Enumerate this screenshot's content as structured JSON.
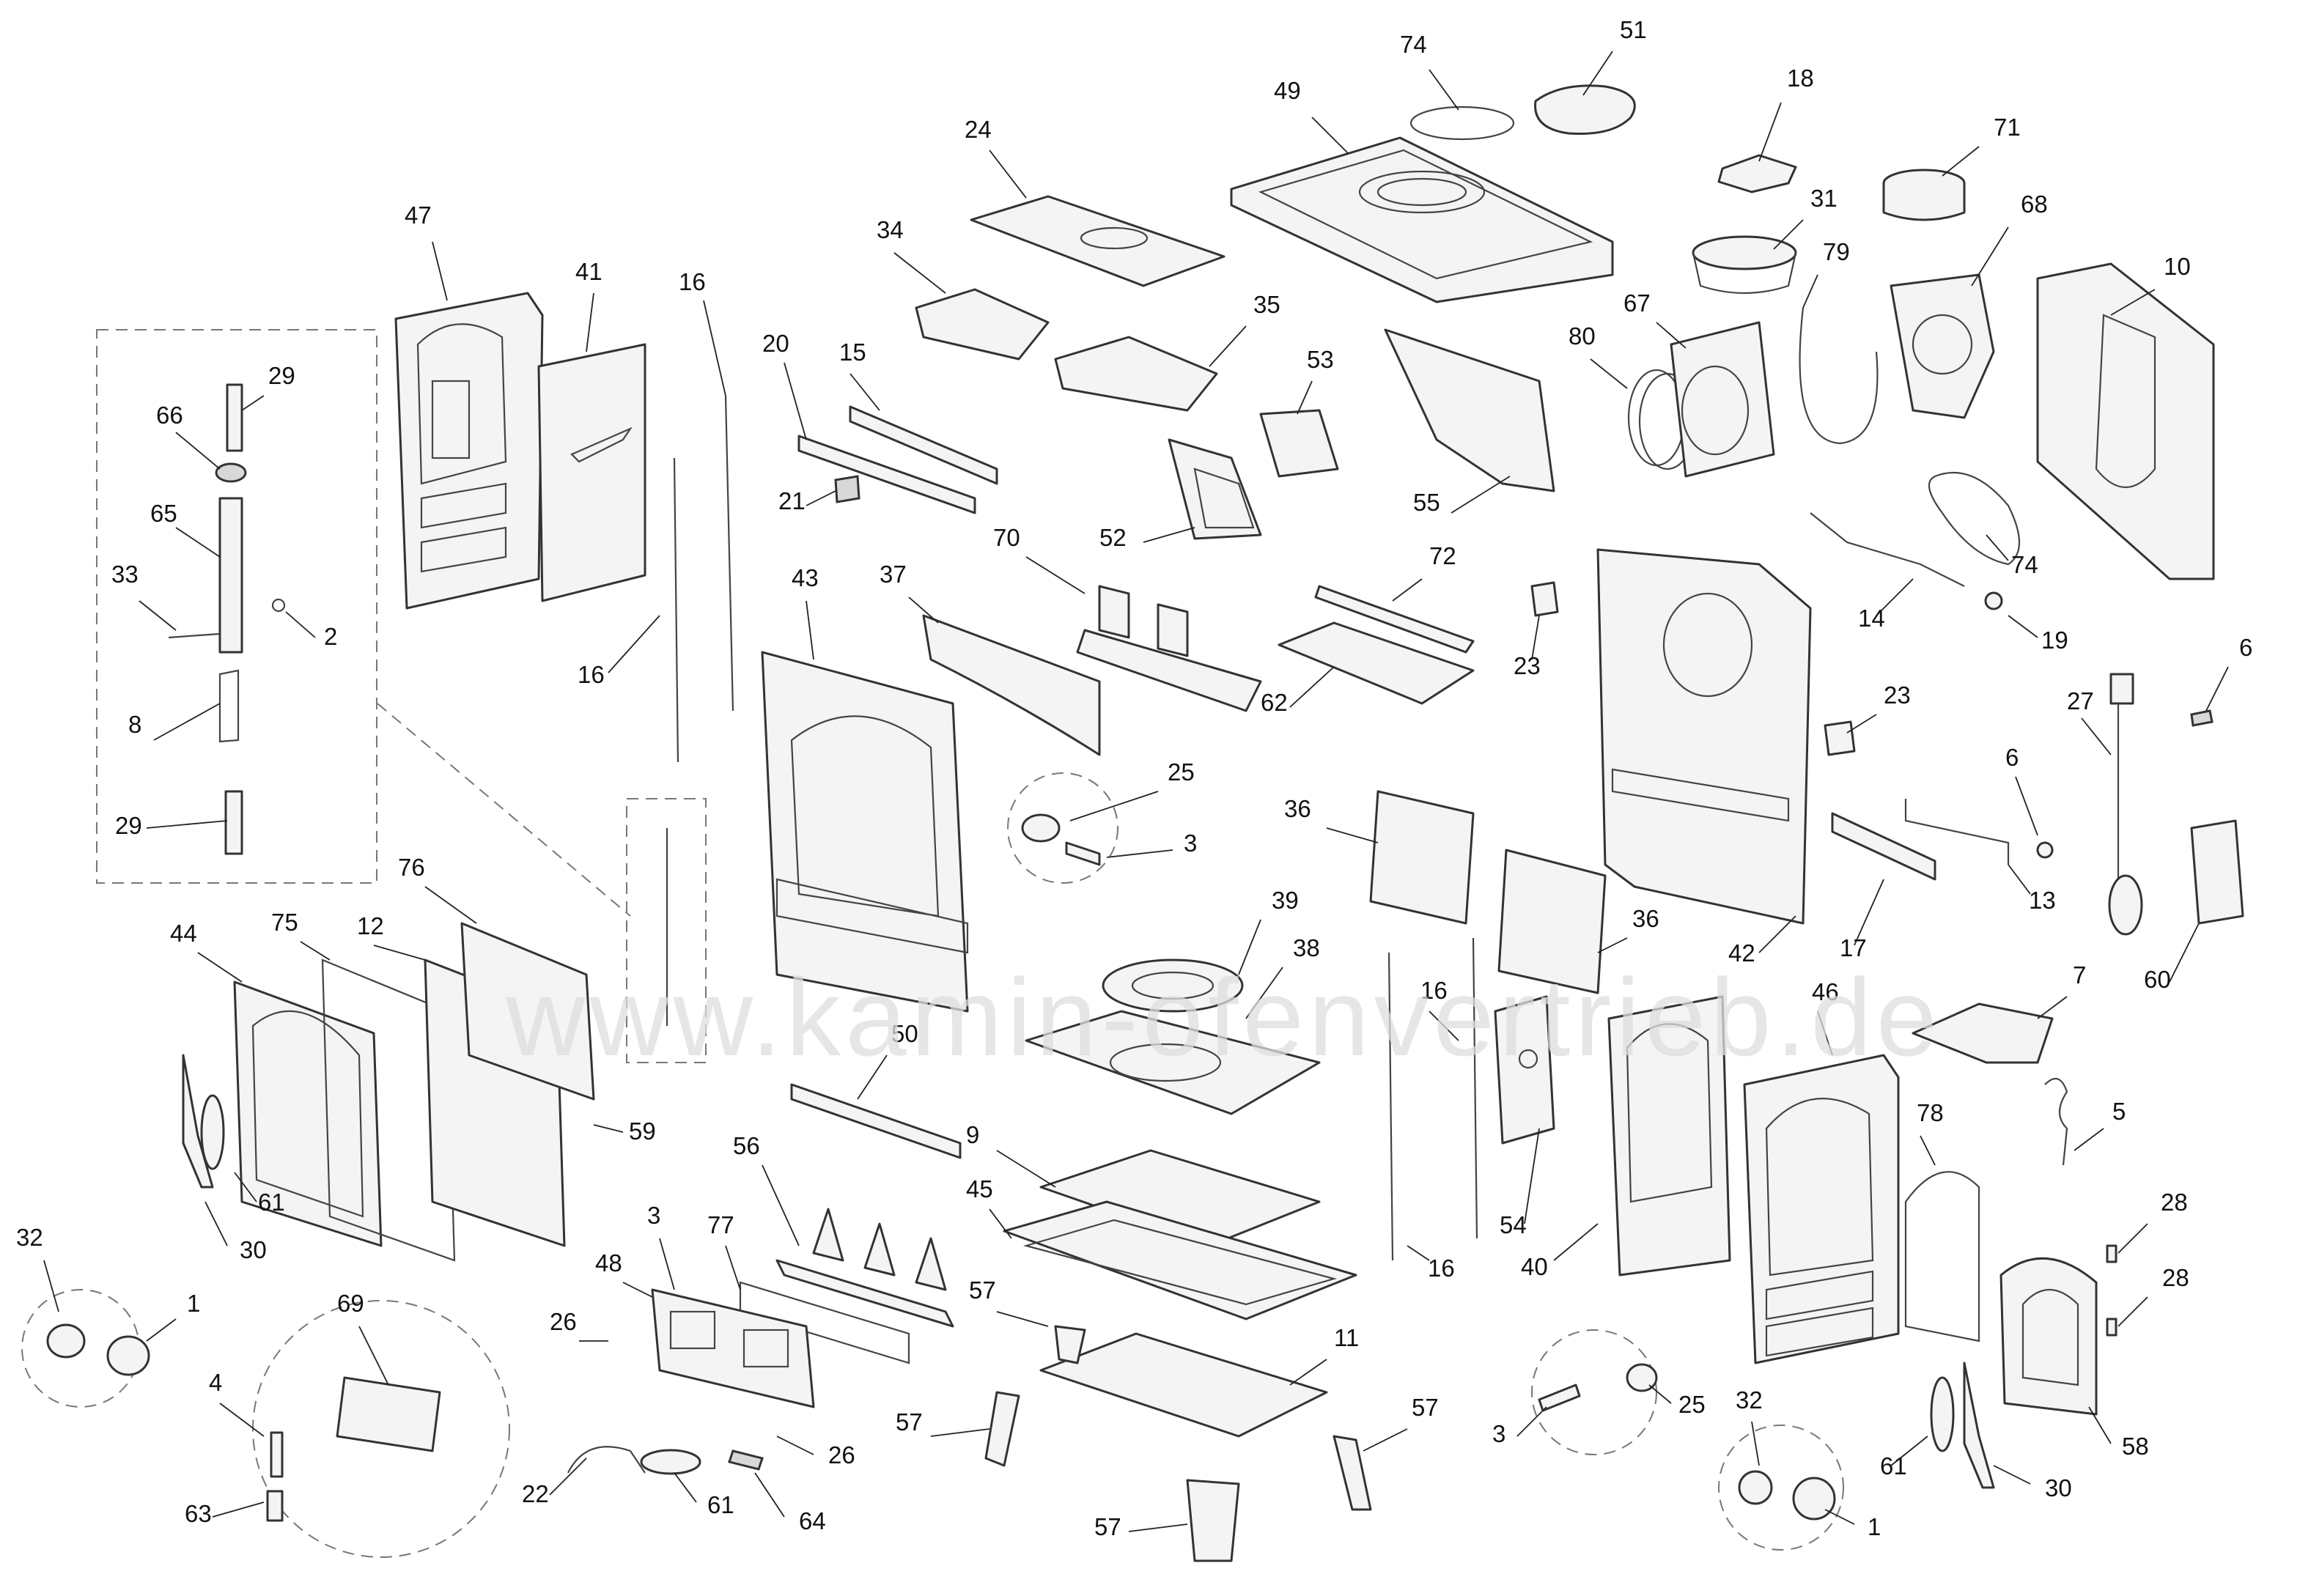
{
  "watermark": "www.kamin-ofenvertrieb.de",
  "part_numbers": [
    "1",
    "2",
    "3",
    "4",
    "5",
    "6",
    "7",
    "8",
    "9",
    "10",
    "11",
    "12",
    "13",
    "14",
    "15",
    "16",
    "17",
    "18",
    "19",
    "20",
    "21",
    "22",
    "23",
    "24",
    "25",
    "26",
    "27",
    "28",
    "29",
    "30",
    "31",
    "32",
    "33",
    "34",
    "35",
    "36",
    "37",
    "38",
    "39",
    "40",
    "41",
    "42",
    "43",
    "44",
    "45",
    "46",
    "47",
    "48",
    "49",
    "50",
    "51",
    "52",
    "53",
    "54",
    "55",
    "56",
    "57",
    "58",
    "59",
    "60",
    "61",
    "62",
    "63",
    "64",
    "65",
    "66",
    "67",
    "68",
    "69",
    "70",
    "71",
    "72",
    "74",
    "75",
    "76",
    "77",
    "78",
    "79",
    "80"
  ],
  "labels": [
    {
      "id": "74a",
      "text": "74"
    },
    {
      "id": "51",
      "text": "51"
    },
    {
      "id": "49",
      "text": "49"
    },
    {
      "id": "18",
      "text": "18"
    },
    {
      "id": "71",
      "text": "71"
    },
    {
      "id": "24",
      "text": "24"
    },
    {
      "id": "31",
      "text": "31"
    },
    {
      "id": "68",
      "text": "68"
    },
    {
      "id": "47",
      "text": "47"
    },
    {
      "id": "41",
      "text": "41"
    },
    {
      "id": "34",
      "text": "34"
    },
    {
      "id": "79",
      "text": "79"
    },
    {
      "id": "10",
      "text": "10"
    },
    {
      "id": "16a",
      "text": "16"
    },
    {
      "id": "35",
      "text": "35"
    },
    {
      "id": "67",
      "text": "67"
    },
    {
      "id": "29a",
      "text": "29"
    },
    {
      "id": "20",
      "text": "20"
    },
    {
      "id": "15",
      "text": "15"
    },
    {
      "id": "53",
      "text": "53"
    },
    {
      "id": "80",
      "text": "80"
    },
    {
      "id": "66",
      "text": "66"
    },
    {
      "id": "21",
      "text": "21"
    },
    {
      "id": "52",
      "text": "52"
    },
    {
      "id": "55",
      "text": "55"
    },
    {
      "id": "65",
      "text": "65"
    },
    {
      "id": "70",
      "text": "70"
    },
    {
      "id": "72",
      "text": "72"
    },
    {
      "id": "74b",
      "text": "74"
    },
    {
      "id": "33",
      "text": "33"
    },
    {
      "id": "43",
      "text": "43"
    },
    {
      "id": "37",
      "text": "37"
    },
    {
      "id": "14",
      "text": "14"
    },
    {
      "id": "19",
      "text": "19"
    },
    {
      "id": "2",
      "text": "2"
    },
    {
      "id": "16b",
      "text": "16"
    },
    {
      "id": "23a",
      "text": "23"
    },
    {
      "id": "62",
      "text": "62"
    },
    {
      "id": "6a",
      "text": "6"
    },
    {
      "id": "27",
      "text": "27"
    },
    {
      "id": "8",
      "text": "8"
    },
    {
      "id": "23b",
      "text": "23"
    },
    {
      "id": "25a",
      "text": "25"
    },
    {
      "id": "6b",
      "text": "6"
    },
    {
      "id": "36a",
      "text": "36"
    },
    {
      "id": "3a",
      "text": "3"
    },
    {
      "id": "29b",
      "text": "29"
    },
    {
      "id": "39",
      "text": "39"
    },
    {
      "id": "36b",
      "text": "36"
    },
    {
      "id": "13",
      "text": "13"
    },
    {
      "id": "76",
      "text": "76"
    },
    {
      "id": "44",
      "text": "44"
    },
    {
      "id": "75",
      "text": "75"
    },
    {
      "id": "12",
      "text": "12"
    },
    {
      "id": "17",
      "text": "17"
    },
    {
      "id": "42",
      "text": "42"
    },
    {
      "id": "60",
      "text": "60"
    },
    {
      "id": "38",
      "text": "38"
    },
    {
      "id": "16c",
      "text": "16"
    },
    {
      "id": "50",
      "text": "50"
    },
    {
      "id": "46",
      "text": "46"
    },
    {
      "id": "7",
      "text": "7"
    },
    {
      "id": "59",
      "text": "59"
    },
    {
      "id": "9",
      "text": "9"
    },
    {
      "id": "5",
      "text": "5"
    },
    {
      "id": "54",
      "text": "54"
    },
    {
      "id": "61a",
      "text": "61"
    },
    {
      "id": "45",
      "text": "45"
    },
    {
      "id": "56",
      "text": "56"
    },
    {
      "id": "78",
      "text": "78"
    },
    {
      "id": "32a",
      "text": "32"
    },
    {
      "id": "30a",
      "text": "30"
    },
    {
      "id": "3b",
      "text": "3"
    },
    {
      "id": "77",
      "text": "77"
    },
    {
      "id": "40",
      "text": "40"
    },
    {
      "id": "16d",
      "text": "16"
    },
    {
      "id": "28a",
      "text": "28"
    },
    {
      "id": "48",
      "text": "48"
    },
    {
      "id": "1a",
      "text": "1"
    },
    {
      "id": "69",
      "text": "69"
    },
    {
      "id": "57a",
      "text": "57"
    },
    {
      "id": "28b",
      "text": "28"
    },
    {
      "id": "26a",
      "text": "26"
    },
    {
      "id": "11",
      "text": "11"
    },
    {
      "id": "4",
      "text": "4"
    },
    {
      "id": "57b",
      "text": "57"
    },
    {
      "id": "25b",
      "text": "25"
    },
    {
      "id": "32b",
      "text": "32"
    },
    {
      "id": "3c",
      "text": "3"
    },
    {
      "id": "57c",
      "text": "57"
    },
    {
      "id": "58",
      "text": "58"
    },
    {
      "id": "26b",
      "text": "26"
    },
    {
      "id": "63",
      "text": "63"
    },
    {
      "id": "22",
      "text": "22"
    },
    {
      "id": "61b",
      "text": "61"
    },
    {
      "id": "64",
      "text": "64"
    },
    {
      "id": "61c",
      "text": "61"
    },
    {
      "id": "30b",
      "text": "30"
    },
    {
      "id": "57d",
      "text": "57"
    },
    {
      "id": "1b",
      "text": "1"
    }
  ]
}
